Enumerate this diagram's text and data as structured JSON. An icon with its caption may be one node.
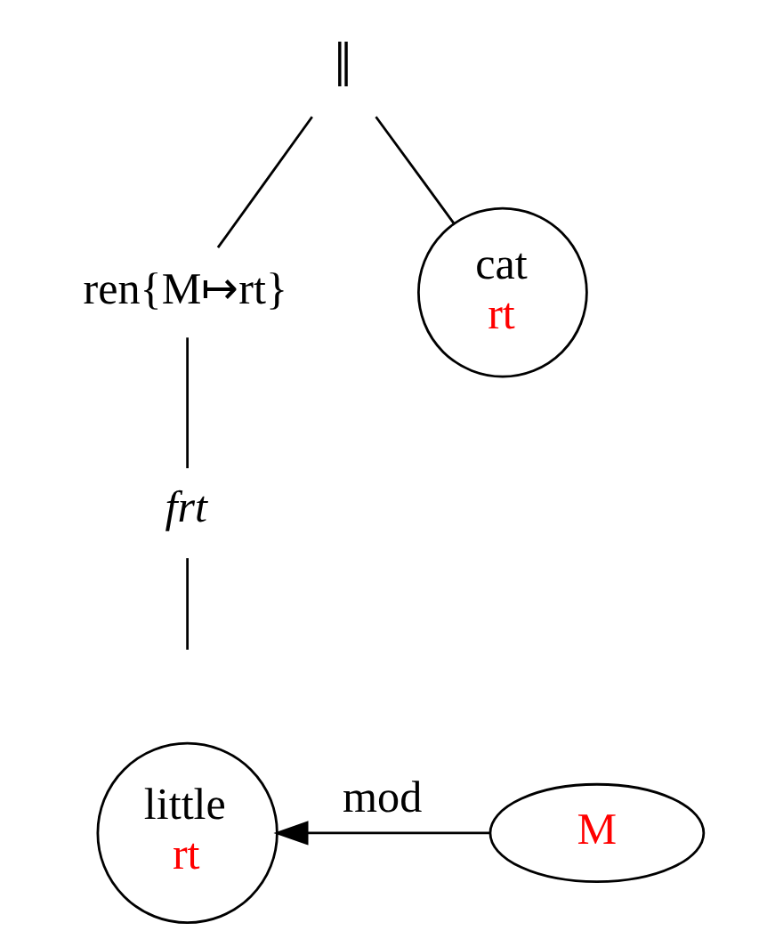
{
  "diagram": {
    "nodes": [
      {
        "text": [
          "‖"
        ]
      },
      {
        "text": [
          "ren{M↦rt}"
        ]
      },
      {
        "text": [
          "cat",
          "rt"
        ]
      },
      {
        "text": [
          "frt"
        ]
      },
      {
        "text": [
          "little",
          "rt"
        ]
      },
      {
        "text": [
          "M"
        ]
      }
    ],
    "edges": [
      {
        "from": 0,
        "to": 1,
        "arrow": "none"
      },
      {
        "from": 0,
        "to": 2,
        "arrow": "none"
      },
      {
        "from": 1,
        "to": 3,
        "arrow": "none"
      },
      {
        "from": 3,
        "to": null,
        "arrow": "none"
      },
      {
        "from": 5,
        "to": 4,
        "label": "mod",
        "arrow": "to"
      }
    ]
  }
}
